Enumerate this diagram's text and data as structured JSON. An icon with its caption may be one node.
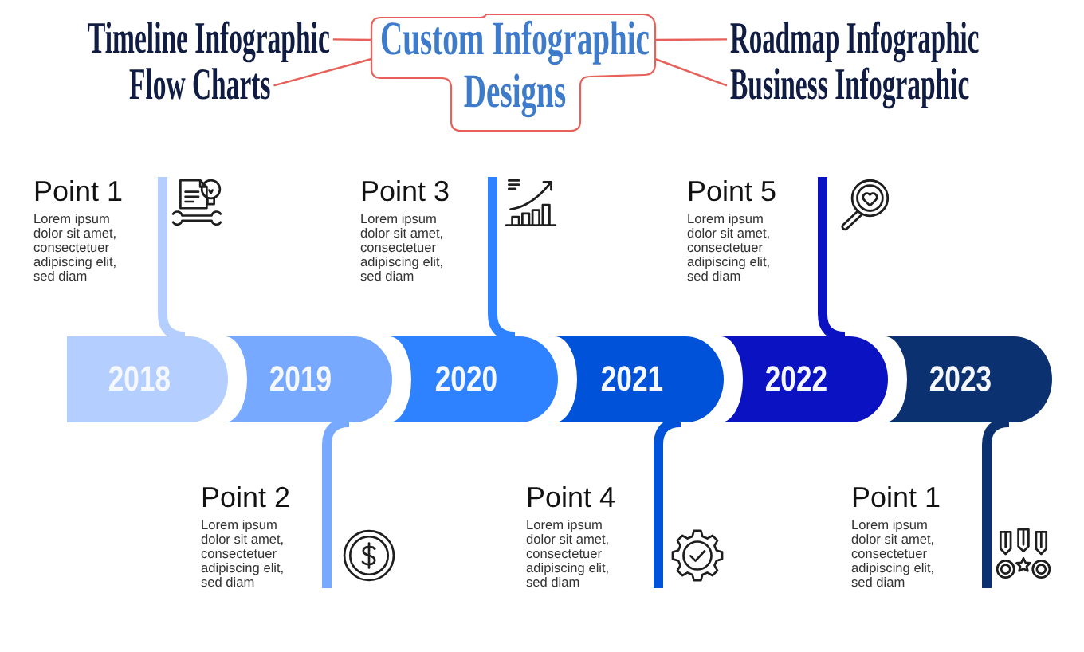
{
  "diagram": {
    "nodes": [
      {
        "text": [
          "Timeline Infographic"
        ]
      },
      {
        "text": [
          "Custom Infographic Designs"
        ]
      },
      {
        "text": [
          "Roadmap Infographic"
        ]
      },
      {
        "text": [
          "Flow Charts"
        ]
      },
      {
        "text": [
          "Business Infographic"
        ]
      },
      {
        "text": [
          "Point 1",
          "Lorem ipsum dolor sit amet, consectetuer adipiscing elit, sed diam"
        ]
      },
      {
        "text": [
          "Point 3",
          "Lorem ipsum dolor sit amet, consectetuer adipiscing elit, sed diam"
        ]
      },
      {
        "text": [
          "Point 5",
          "Lorem ipsum dolor sit amet, consectetuer adipiscing elit, sed diam"
        ]
      },
      {
        "text": [
          "2018"
        ]
      },
      {
        "text": [
          "2019"
        ]
      },
      {
        "text": [
          "2020"
        ]
      },
      {
        "text": [
          "2021"
        ]
      },
      {
        "text": [
          "2022"
        ]
      },
      {
        "text": [
          "2023"
        ]
      },
      {
        "text": [
          "Point 2",
          "Lorem ipsum dolor sit amet, consectetuer adipiscing elit, sed diam"
        ]
      },
      {
        "text": [
          "Point 4",
          "Lorem ipsum dolor sit amet, consectetuer adipiscing elit, sed diam"
        ]
      },
      {
        "text": [
          "Point 1",
          "Lorem ipsum dolor sit amet, consectetuer adipiscing elit, sed diam"
        ]
      }
    ],
    "edges": [
      {
        "from": 1,
        "to": 0,
        "arrow": "none"
      },
      {
        "from": 1,
        "to": 3,
        "arrow": "none"
      },
      {
        "from": 1,
        "to": 2,
        "arrow": "none"
      },
      {
        "from": 1,
        "to": 4,
        "arrow": "none"
      },
      {
        "from": 8,
        "to": 5,
        "arrow": "none",
        "color": "#b4cfff"
      },
      {
        "from": 9,
        "to": 14,
        "arrow": "none",
        "color": "#76a9ff"
      },
      {
        "from": 10,
        "to": 6,
        "arrow": "none",
        "color": "#2e82ff"
      },
      {
        "from": 11,
        "to": 15,
        "arrow": "none",
        "color": "#0052d9"
      },
      {
        "from": 12,
        "to": 7,
        "arrow": "none",
        "color": "#0a12c2"
      },
      {
        "from": 13,
        "to": 16,
        "arrow": "none",
        "color": "#0b3170"
      }
    ]
  }
}
